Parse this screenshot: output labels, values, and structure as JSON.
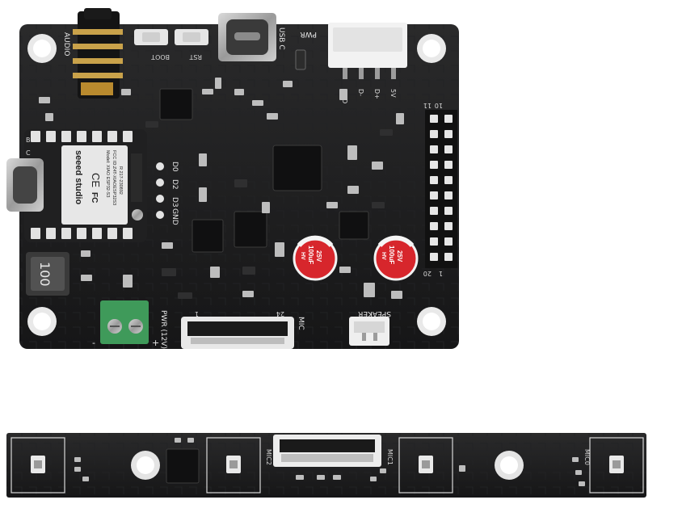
{
  "board": {
    "labels": {
      "audio": "AUDIO",
      "boot": "BOOT",
      "rst": "RST",
      "usb_c": "USB C",
      "pwr": "PWR",
      "gnd": "GND",
      "d_minus": "D-",
      "d_plus": "D+",
      "five_v": "5V",
      "pin_10": "10",
      "pin_11": "11",
      "pin_1": "1",
      "pin_20": "20",
      "d0": "D0",
      "d2": "D2",
      "d3": "D3",
      "gnd_side": "GND",
      "speaker": "SPEAKER",
      "mic": "MIC",
      "fpc_24": "24",
      "fpc_1": "1",
      "pwr_12v": "PWR (12V)",
      "plus": "+",
      "minus": "-",
      "inductor": "100"
    },
    "module": {
      "brand": "seeed studio",
      "model": "Model: XIAO ESP32-S3",
      "fcc_line": "FCC ID:Z4T-XIAOESP32S3",
      "ce": "CE",
      "fc": "FC",
      "code": "R 217-230892",
      "b_label": "B",
      "c_label": "C"
    },
    "capacitors": [
      {
        "l1": "HV",
        "l2": "100uF",
        "l3": "25V"
      },
      {
        "l1": "HV",
        "l2": "100uF",
        "l3": "25V"
      }
    ]
  },
  "mic_strip": {
    "labels": {
      "mic2": "MIC2",
      "mic1": "MIC1",
      "mic0": "MIC0"
    }
  },
  "colors": {
    "pcb": "#1b1b1c",
    "silkscreen": "#e8e8e8",
    "gold": "#c9a24a",
    "terminal": "#3f9a5a",
    "capacitor": "#d7262c",
    "connector": "#f2f2f2"
  }
}
